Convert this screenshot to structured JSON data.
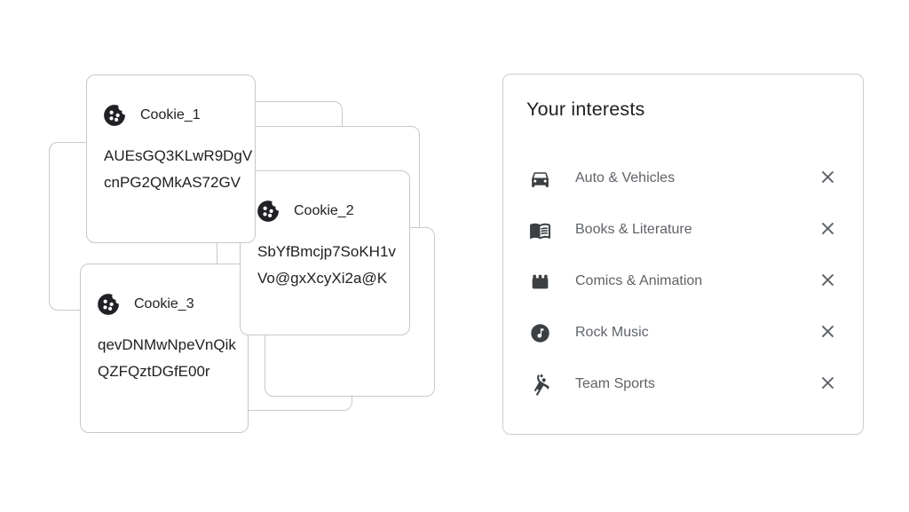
{
  "cookie_cards": [
    {
      "title": "Cookie_1",
      "value_line1": "AUEsGQ3KLwR9DgV",
      "value_line2": "cnPG2QMkAS72GV"
    },
    {
      "title": "Cookie_2",
      "value_line1": "SbYfBmcjp7SoKH1v",
      "value_line2": "Vo@gxXcyXi2a@K"
    },
    {
      "title": "Cookie_3",
      "value_line1": "qevDNMwNpeVnQik",
      "value_line2": "QZFQztDGfE00r"
    }
  ],
  "interests_panel": {
    "title": "Your interests",
    "items": [
      {
        "label": "Auto & Vehicles",
        "icon": "car-icon"
      },
      {
        "label": "Books & Literature",
        "icon": "open-book-icon"
      },
      {
        "label": "Comics & Animation",
        "icon": "clapperboard-icon"
      },
      {
        "label": "Rock Music",
        "icon": "music-note-icon"
      },
      {
        "label": "Team Sports",
        "icon": "handball-player-icon"
      }
    ],
    "remove_icon": "close-icon"
  },
  "colors": {
    "card_border": "#c5c8cc",
    "panel_border": "#c9ccd1",
    "text_primary": "#202124",
    "text_secondary": "#5f6368",
    "icon_dark": "#3c4043",
    "close_icon": "#5f6368",
    "background": "#ffffff"
  }
}
